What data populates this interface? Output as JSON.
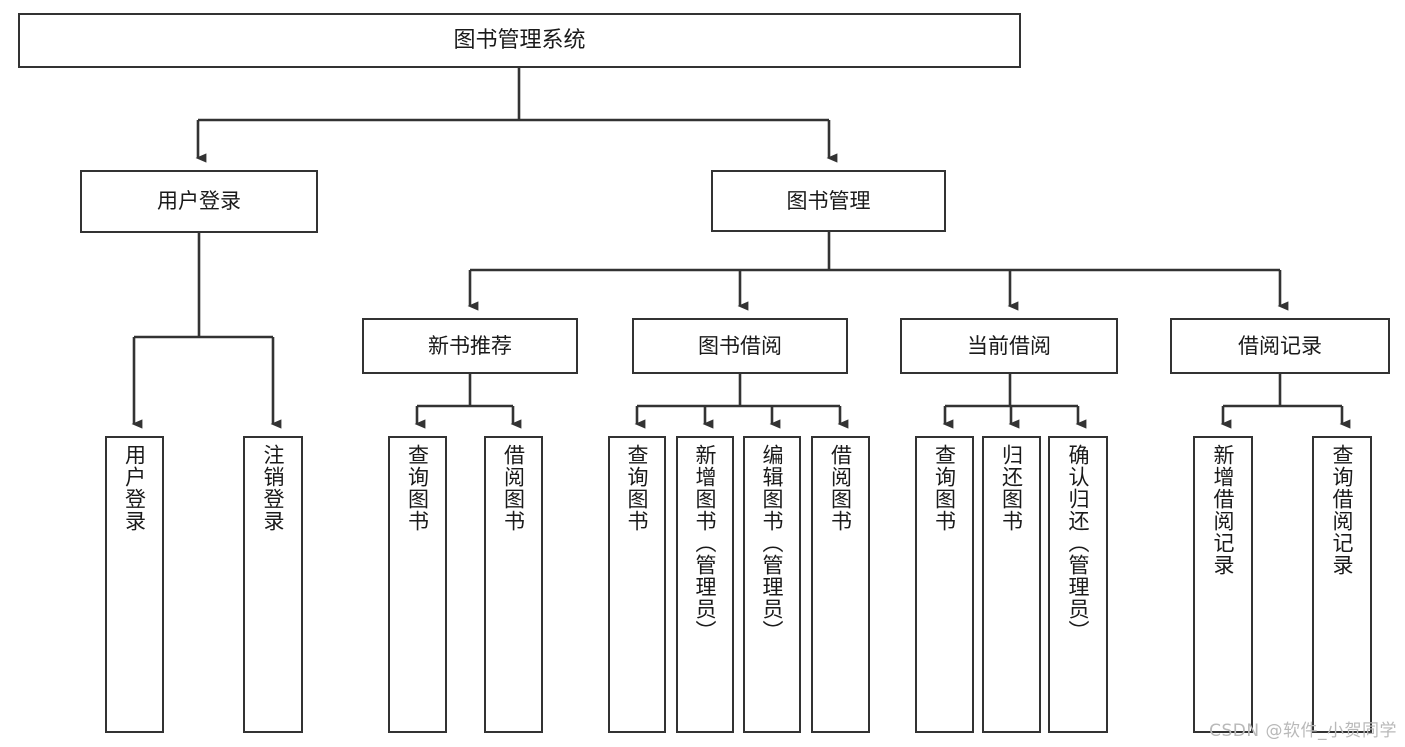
{
  "diagram": {
    "title": "图书管理系统",
    "type": "功能结构图",
    "watermark": "CSDN @软件_小贺同学",
    "colors": {
      "box_border": "#333333",
      "box_fill": "#ffffff",
      "connector": "#333333",
      "text": "#1a1a1a",
      "watermark": "#b9b9b9"
    },
    "levels": {
      "root": {
        "label": "图书管理系统"
      },
      "level1": [
        {
          "id": "user-login",
          "label": "用户登录"
        },
        {
          "id": "book-manage",
          "label": "图书管理"
        }
      ],
      "level2": [
        {
          "id": "new-book-recommend",
          "label": "新书推荐",
          "parent": "book-manage"
        },
        {
          "id": "book-borrow",
          "label": "图书借阅",
          "parent": "book-manage"
        },
        {
          "id": "current-borrow",
          "label": "当前借阅",
          "parent": "book-manage"
        },
        {
          "id": "borrow-record",
          "label": "借阅记录",
          "parent": "book-manage"
        }
      ],
      "leaves": [
        {
          "id": "leaf-user-login",
          "label": "用户登录",
          "parent": "user-login"
        },
        {
          "id": "leaf-logout-login",
          "label": "注销登录",
          "parent": "user-login"
        },
        {
          "id": "leaf-query-book-1",
          "label": "查询图书",
          "parent": "new-book-recommend"
        },
        {
          "id": "leaf-borrow-book-1",
          "label": "借阅图书",
          "parent": "new-book-recommend"
        },
        {
          "id": "leaf-query-book-2",
          "label": "查询图书",
          "parent": "book-borrow"
        },
        {
          "id": "leaf-add-book",
          "label": "新增图书（管理员）",
          "parent": "book-borrow"
        },
        {
          "id": "leaf-edit-book",
          "label": "编辑图书（管理员）",
          "parent": "book-borrow"
        },
        {
          "id": "leaf-borrow-book-2",
          "label": "借阅图书",
          "parent": "book-borrow"
        },
        {
          "id": "leaf-query-book-3",
          "label": "查询图书",
          "parent": "current-borrow"
        },
        {
          "id": "leaf-return-book",
          "label": "归还图书",
          "parent": "current-borrow"
        },
        {
          "id": "leaf-confirm-return",
          "label": "确认归还（管理员）",
          "parent": "current-borrow"
        },
        {
          "id": "leaf-add-record",
          "label": "新增借阅记录",
          "parent": "borrow-record"
        },
        {
          "id": "leaf-query-record",
          "label": "查询借阅记录",
          "parent": "borrow-record"
        }
      ]
    }
  }
}
